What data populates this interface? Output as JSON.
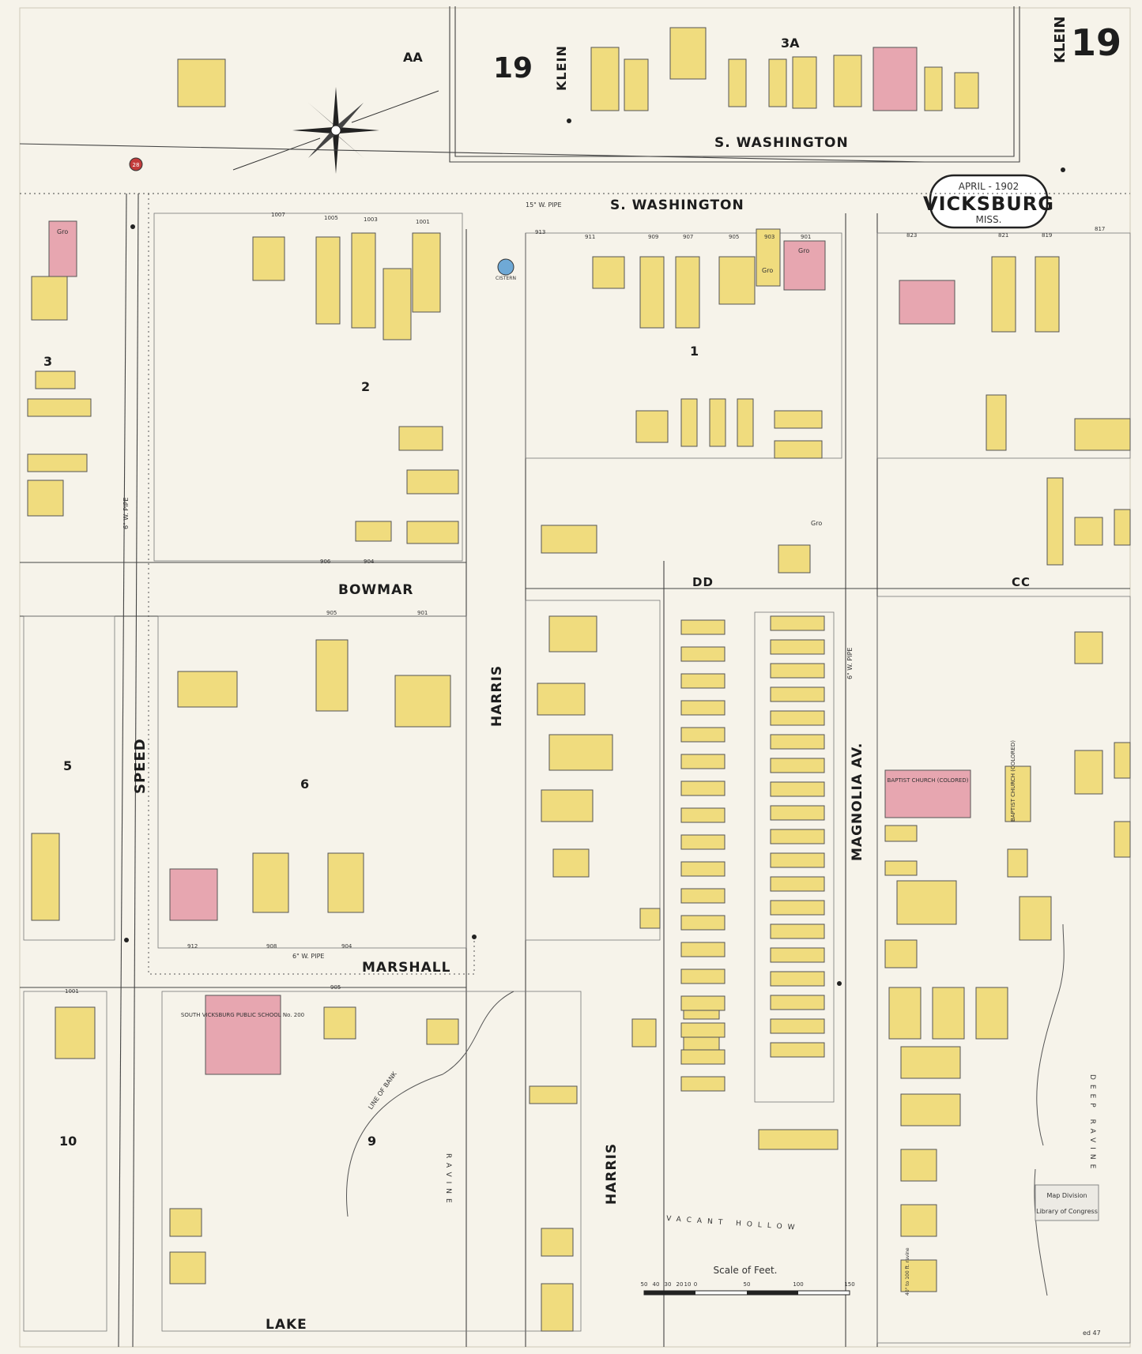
{
  "sheet": {
    "number": "19",
    "inset_number": "19",
    "date": "APRIL - 1902",
    "city": "VICKSBURG",
    "state": "MISS."
  },
  "streets": {
    "washington_top": "S. WASHINGTON",
    "washington_main": "S. WASHINGTON",
    "klein_inset": "KLEIN",
    "klein_right": "KLEIN",
    "speed": "SPEED",
    "harris_upper": "HARRIS",
    "harris_lower": "HARRIS",
    "magnolia": "MAGNOLIA AV.",
    "bowmar": "BOWMAR",
    "marshall": "MARSHALL",
    "lake": "LAKE",
    "aa": "AA",
    "a3": "3A",
    "dd": "DD",
    "cc": "CC"
  },
  "blocks": {
    "b1": "1",
    "b2": "2",
    "b3": "3",
    "b5": "5",
    "b6": "6",
    "b9": "9",
    "b10": "10"
  },
  "labels": {
    "baptist_church": "BAPTIST CHURCH (COLORED)",
    "baptist_church2": "BAPTIST CHURCH (COLORED)",
    "school": "SOUTH VICKSBURG PUBLIC SCHOOL No. 200",
    "vacant_hollow": "VACANT HOLLOW",
    "ravine": "RAVINE",
    "deep_ravine": "DEEP RAVINE",
    "scale_title": "Scale of Feet.",
    "scale_ticks": [
      "50",
      "40",
      "30",
      "20",
      "10",
      "0",
      "50",
      "100",
      "150"
    ],
    "stamp_line1": "Map Division",
    "stamp_line2": "Library of Congress",
    "cistern": "CISTERN",
    "gro1": "Gro",
    "gro2": "Gro",
    "gro3": "Gro",
    "gro4": "Gro",
    "line_of_bank": "LINE OF BANK",
    "pipe_washington": "15\" W. PIPE",
    "pipe_speed": "6\" W. PIPE",
    "pipe_marshall": "6\" W. PIPE",
    "pipe_magnolia": "6\" W. PIPE",
    "hydrant_no": "28",
    "note_bottom_right": "40\" to 100 ft. ravine",
    "sheet_corner": "19",
    "corner_ref": "ed 47"
  },
  "address_numbers": {
    "a1007": "1007",
    "a1005": "1005",
    "a1003": "1003",
    "a1001": "1001",
    "a913": "913",
    "a911": "911",
    "a909": "909",
    "a907": "907",
    "a905": "905",
    "a903": "903",
    "a901": "901",
    "a823": "823",
    "a821": "821",
    "a819": "819",
    "a817": "817",
    "a906": "906",
    "a904": "904",
    "a905b": "905",
    "a901b": "901",
    "a912": "912",
    "a908": "908",
    "a904b": "904",
    "a905c": "905",
    "a1001b": "1001"
  },
  "colors": {
    "paper": "#f6f3ea",
    "dwelling": "#f0dc7e",
    "brick": "#e7a6b0",
    "water_pipe": "#2e2e2e",
    "hydrant_red": "#c23b3b",
    "cistern_blue": "#6fa9d6"
  }
}
